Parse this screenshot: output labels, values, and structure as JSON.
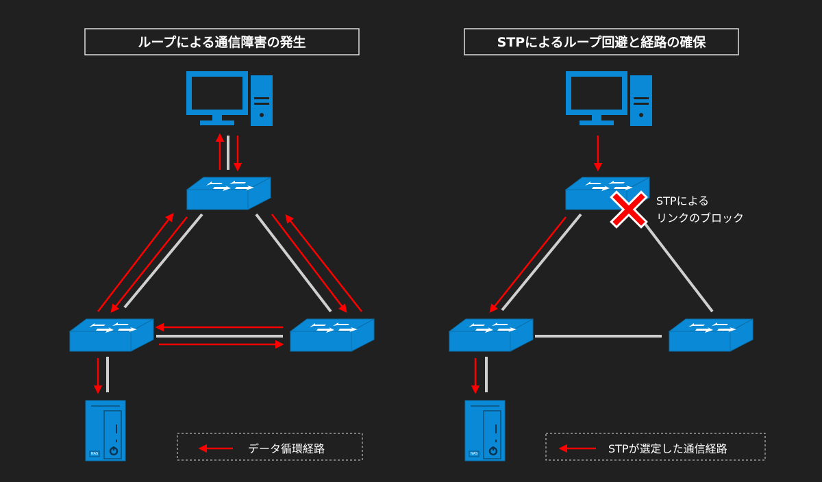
{
  "left_panel": {
    "title": "ループによる通信障害の発生",
    "legend": "データ循環経路"
  },
  "right_panel": {
    "title": "STPによるループ回避と経路の確保",
    "block_label_line1": "STPによる",
    "block_label_line2": "リンクのブロック",
    "legend": "STPが選定した通信経路"
  },
  "nas_label": "NAS",
  "colors": {
    "background": "#202020",
    "device_blue": "#0a8ad6",
    "data_path_red": "#ff0000",
    "link_gray": "#cfcfcf"
  }
}
